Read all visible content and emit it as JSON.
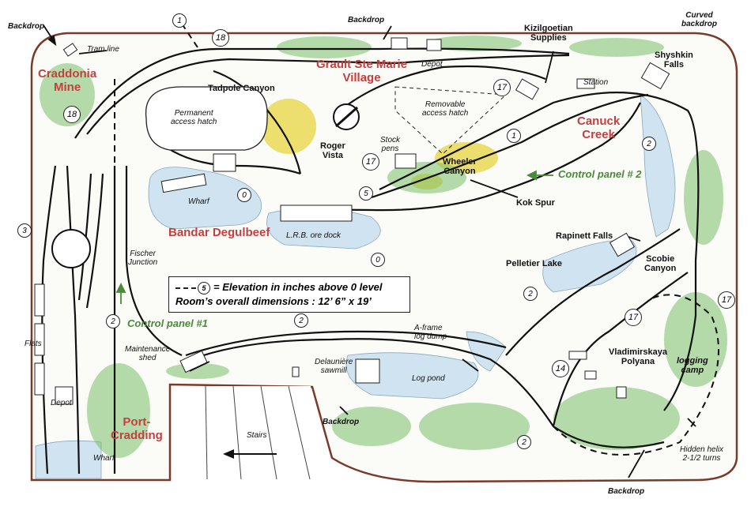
{
  "map": {
    "towns": {
      "craddonia_mine": "Craddonia\nMine",
      "grault": "Grault Ste Marie\nVillage",
      "canuck_creek": "Canuck\nCreek",
      "bandar": "Bandar Degulbeef",
      "port_cradding": "Port-\nCradding"
    },
    "features": {
      "tram_line": "Tram line",
      "tadpole": "Tadpole Canyon",
      "permanent_hatch": "Permanent\naccess hatch",
      "roger_vista": "Roger\nVista",
      "depot_top": "Depot",
      "removable_hatch": "Removable\naccess hatch",
      "kizil": "Kizilgoetian\nSupplies",
      "station": "Station",
      "shyshkin": "Shyshkin\nFalls",
      "stock_pens": "Stock\npens",
      "wheeler": "Wheeler\nCanyon",
      "kok_spur": "Kok Spur",
      "wharf_mid": "Wharf",
      "lrb": "L.R.B. ore dock",
      "fischer": "Fischer\nJunction",
      "rapinett": "Rapinett Falls",
      "pelletier": "Pelletier Lake",
      "scobie": "Scobie\nCanyon",
      "a_frame": "A-frame\nlog dump",
      "maintenance": "Maintenance\nshed",
      "delauniere": "Delaunière\nsawmill",
      "log_pond": "Log pond",
      "vladimirskaya": "Vladimirskaya\nPolyana",
      "logging_camp": "logging\ncamp",
      "flats": "Flats",
      "depot_left": "Depot",
      "wharf_left": "Wharf",
      "stairs": "Stairs",
      "hidden_helix": "Hidden helix\n2-1/2  turns"
    },
    "backdrops": {
      "top_left": "Backdrop",
      "top_mid": "Backdrop",
      "curved": "Curved\nbackdrop",
      "bottom_mid": "Backdrop",
      "bottom_right": "Backdrop"
    },
    "control_panels": {
      "cp1": "Control panel #1",
      "cp2": "Control panel # 2"
    },
    "legend": {
      "symbol": "5",
      "elevation": "= Elevation in inches above 0 level",
      "dimensions": "Room’s overall dimensions : 12’ 6” x 19’"
    },
    "elevations": {
      "e1": "1",
      "e18a": "18",
      "e18b": "18",
      "e17a": "17",
      "e1b": "1",
      "e2a": "2",
      "e17b": "17",
      "e5": "5",
      "e0a": "0",
      "e0b": "0",
      "e3": "3",
      "e2b": "2",
      "e2c": "2",
      "e2d": "2",
      "e17c": "17",
      "e17d": "17",
      "e14": "14",
      "e2e": "2"
    },
    "colors": {
      "town_label": "#c2403f",
      "control_panel": "#4a8a3a",
      "water": "#cfe3f0",
      "vegetation": "#5faa55",
      "rock": "#e8d84a",
      "benchwork": "#7a3a2a"
    }
  }
}
